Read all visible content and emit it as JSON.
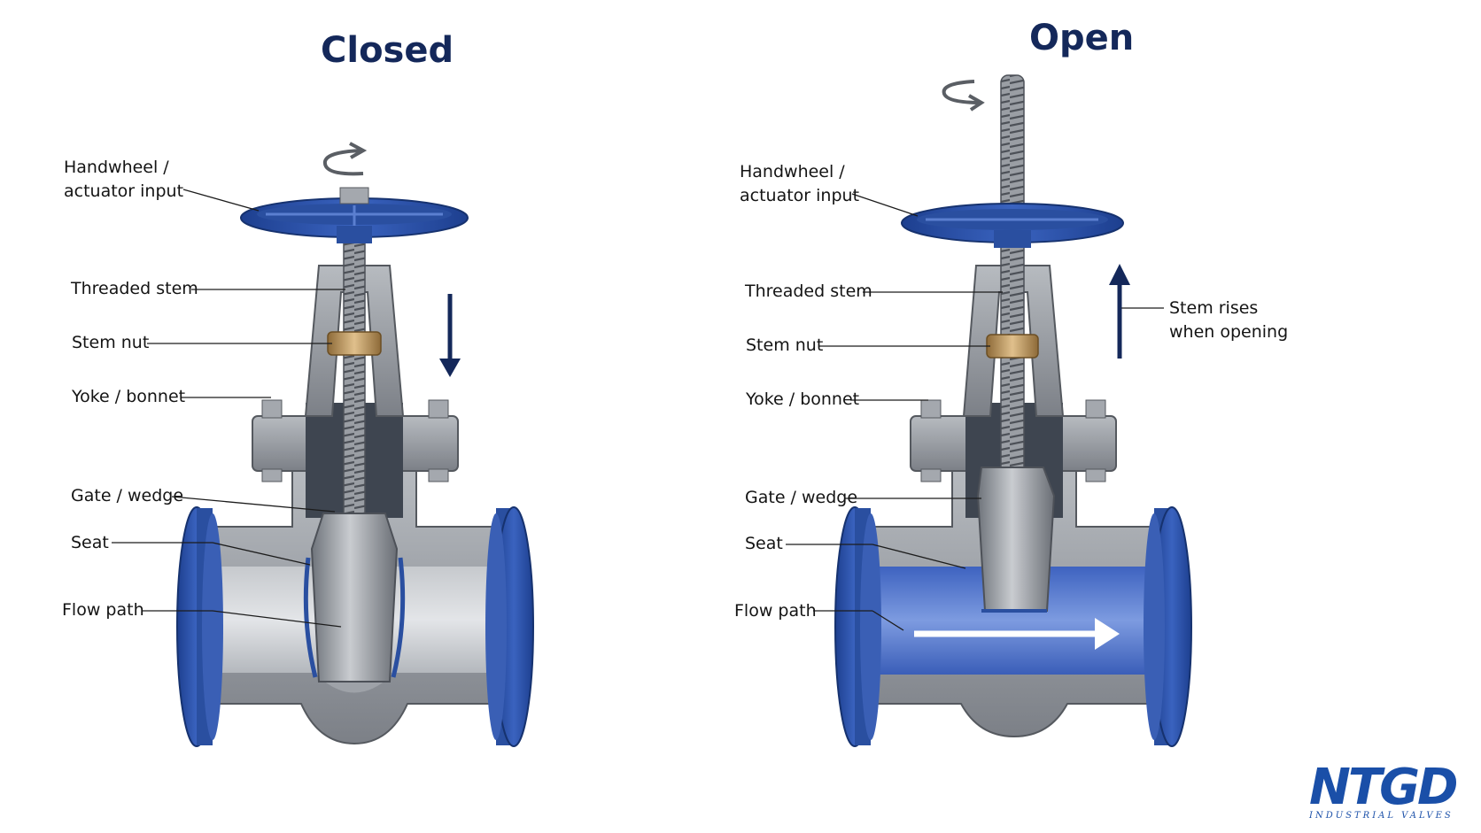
{
  "closed": {
    "title": "Closed",
    "labels": {
      "handwheel": "Handwheel /\nactuator input",
      "stem": "Threaded stem",
      "stem_nut": "Stem nut",
      "yoke": "Yoke / bonnet",
      "gate": "Gate / wedge",
      "seat": "Seat",
      "flow": "Flow path"
    }
  },
  "open": {
    "title": "Open",
    "labels": {
      "handwheel": "Handwheel /\nactuator input",
      "stem": "Threaded stem",
      "stem_nut": "Stem nut",
      "yoke": "Yoke / bonnet",
      "gate": "Gate / wedge",
      "seat": "Seat",
      "flow": "Flow path",
      "stem_rises": "Stem rises\nwhen opening"
    }
  },
  "logo": {
    "mark": "NTGD",
    "subtitle": "INDUSTRIAL VALVES"
  },
  "colors": {
    "title": "#14285a",
    "body_blue": "#2a4fa0",
    "arrow_navy": "#14285a",
    "steel": "#8a8f96",
    "bronze": "#b8935a"
  }
}
